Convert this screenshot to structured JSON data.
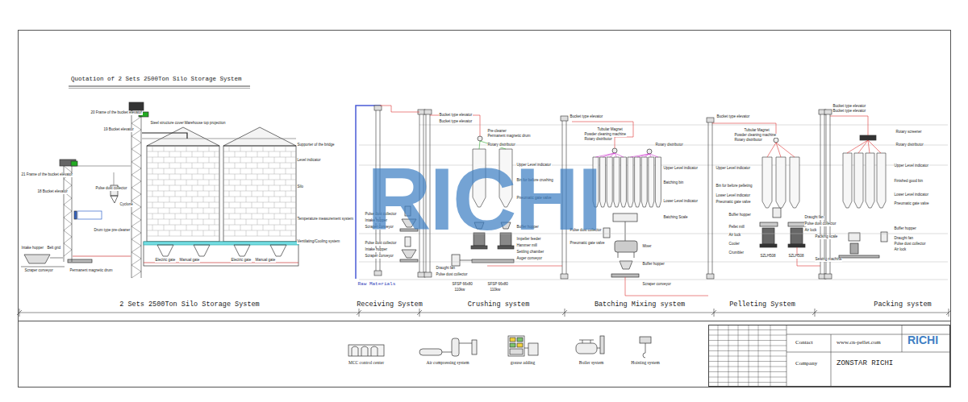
{
  "diagram": {
    "title": "Quotation of 2 Sets 2500Ton Silo Storage System",
    "nodes": [
      {
        "text": [
          "Contact",
          "www.cn-pellet.com",
          "Company",
          "ZONSTAR RICHI",
          "RICHI"
        ]
      }
    ],
    "labels": [
      "20 Frame of the bucket elevator",
      "19 Bucket elevator",
      "Steel structure cover",
      "Warehouse top projection",
      "Supporter of the bridge",
      "Level indicator",
      "Silo",
      "Temperature measurement system",
      "Ventilating/Cooling system",
      "21 Frame of the bucket elevator",
      "18 Bucket elevator",
      "Pulse dust collector",
      "Cyclone",
      "Drum type pre-cleaner",
      "Intake hopper",
      "Belt grid",
      "Scraper conveyor",
      "Permanent magnetic drum",
      "Electric gate",
      "Manual gate",
      "Electric gate",
      "Manual gate",
      "Raw Materials",
      "Pulse dust collector",
      "Intake hopper",
      "Scraper conveyor",
      "Pulse dust collector",
      "Intake hopper",
      "Scraper conveyor",
      "Bucket type elevator",
      "Bucket type elevator",
      "Pre-cleaner",
      "Permanent magnetic drum",
      "Rotary distributor",
      "Upper Level indicator",
      "Bin for before crushing",
      "Pneumatic gate valve",
      "Buffer hopper",
      "Impeller feeder",
      "Hammer mill",
      "Settling chamber",
      "Auger conveyor",
      "Draught fan",
      "Pulse dust collector",
      "SFSP 66x80",
      "110kw",
      "SFSP 66x80",
      "110kw",
      "Bucket type elevator",
      "Tubular Magnet",
      "Powder cleaning machine",
      "Rotary distributor",
      "Rotary distributor",
      "Upper Level indicator",
      "Batching bin",
      "Lower Level indicator",
      "Batching Scale",
      "Pulse dust collector",
      "Pneumatic gate valve",
      "Mixer",
      "Buffer hopper",
      "Scraper conveyor",
      "Bucket type elevator",
      "Tubular Magnet",
      "Powder cleaning machine",
      "Rotary distributor",
      "Upper Level indicator",
      "Bin for before pelleting",
      "Lower Level indicator",
      "Pneumatic gate valve",
      "Buffer hopper",
      "Pellet mill",
      "Air lock",
      "Cooler",
      "Crumbler",
      "SZLH508",
      "SZLH508",
      "Draught fan",
      "Pulse dust collector",
      "Air lock",
      "Bucket type elevator",
      "Bucket type elevator",
      "Rotary screener",
      "Rotary distributor",
      "Upper Level indicator",
      "Finished good bin",
      "Lower Level indicator",
      "Pneumatic gate valve",
      "Buffer hopper",
      "Draught fan",
      "Pulse dust collector",
      "Air lock",
      "Packing scale",
      "Sewing machine",
      "2 Sets 2500Ton Silo Storage System",
      "Receiving System",
      "Crushing system",
      "Batching Mixing system",
      "Pelleting System",
      "Packing system",
      "RICHI"
    ],
    "legend": [
      {
        "text": "MCC control center"
      },
      {
        "text": "Air compressing system"
      },
      {
        "text": "grease adding"
      },
      {
        "text": "Boiler system"
      },
      {
        "text": "Hoisting system"
      }
    ]
  }
}
